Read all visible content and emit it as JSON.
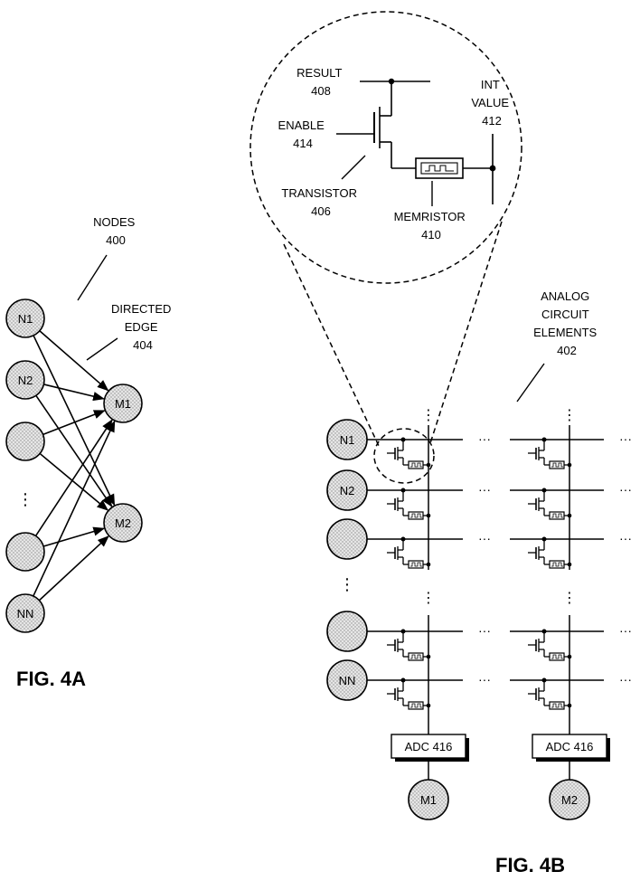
{
  "labels": {
    "nodes": [
      "NODES",
      "400"
    ],
    "directed_edge": [
      "DIRECTED",
      "EDGE",
      "404"
    ],
    "result": [
      "RESULT",
      "408"
    ],
    "enable": [
      "ENABLE",
      "414"
    ],
    "transistor": [
      "TRANSISTOR",
      "406"
    ],
    "int_value": [
      "INT",
      "VALUE",
      "412"
    ],
    "memristor": [
      "MEMRISTOR",
      "410"
    ],
    "analog": [
      "ANALOG",
      "CIRCUIT",
      "ELEMENTS",
      "402"
    ]
  },
  "fig4a": {
    "caption": "FIG. 4A",
    "inputs": [
      "N1",
      "N2",
      "",
      "",
      "NN"
    ],
    "outputs": [
      "M1",
      "M2"
    ],
    "ellipsis": "⋮"
  },
  "fig4b": {
    "caption": "FIG. 4B",
    "row_labels": [
      "N1",
      "N2",
      "",
      "",
      "NN"
    ],
    "adc_labels": [
      "ADC 416",
      "ADC 416"
    ],
    "outputs": [
      "M1",
      "M2"
    ],
    "ellipsis_h": "···",
    "ellipsis_v": "⋮"
  },
  "colors": {
    "node_fill": "#d8d8d8",
    "stroke": "#000000"
  }
}
